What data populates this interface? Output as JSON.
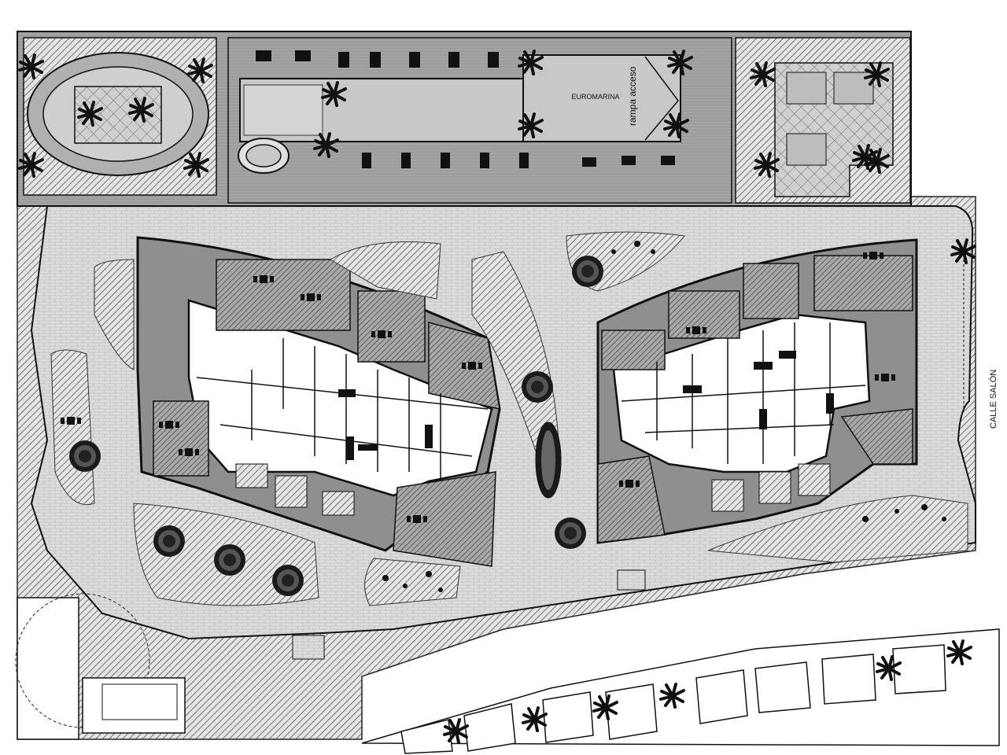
{
  "labels": {
    "brand": "EUROMARINA",
    "ramp": "rampa acceso",
    "street": "CALLE SALÓN"
  },
  "colors": {
    "paving": "#d9d9d9",
    "hatch": "#bdbdbd",
    "terrace": "#8f8f8f",
    "interior": "#ffffff",
    "wall": "#1a1a1a",
    "pool": "#c8c8c8",
    "tree": "#1c1c1c"
  },
  "icons": {
    "palm": "palm-tree-icon",
    "round_planter": "round-planter-icon",
    "table_set": "outdoor-table-icon",
    "lounger": "sun-lounger-icon"
  }
}
